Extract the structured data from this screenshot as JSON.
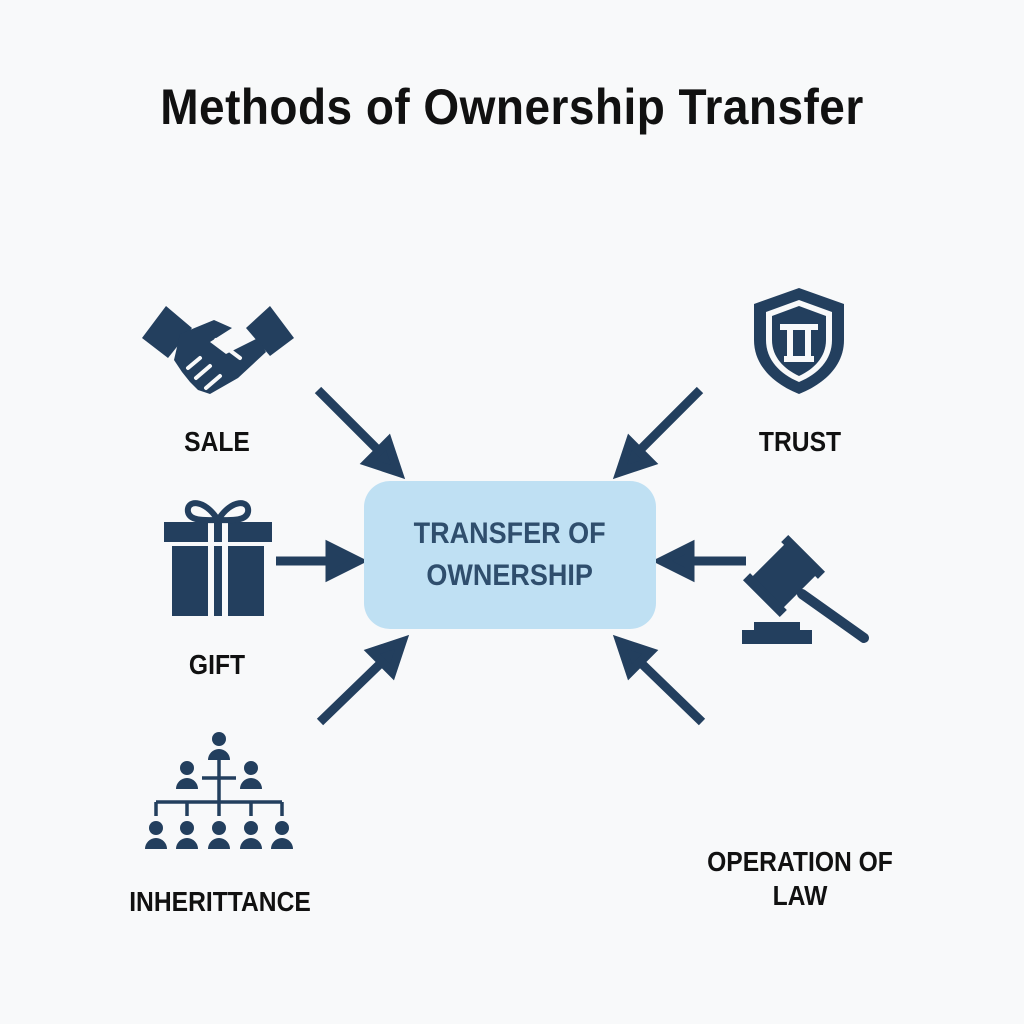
{
  "title": "Methods of Ownership Transfer",
  "center": {
    "label": "TRANSFER OF\nOWNERSHIP"
  },
  "methods": [
    {
      "label": "SALE",
      "icon": "handshake-icon"
    },
    {
      "label": "GIFT",
      "icon": "gift-icon"
    },
    {
      "label": "INHERITTANCE",
      "icon": "family-tree-icon"
    },
    {
      "label": "TRUST",
      "icon": "shield-pillar-icon"
    },
    {
      "label": "OPERATION OF\nLAW",
      "icon": "gavel-icon"
    }
  ],
  "colors": {
    "icon": "#233f5e",
    "box": "#bfe0f3",
    "box_text": "#2f4e6d",
    "background": "#f8f9fa"
  }
}
